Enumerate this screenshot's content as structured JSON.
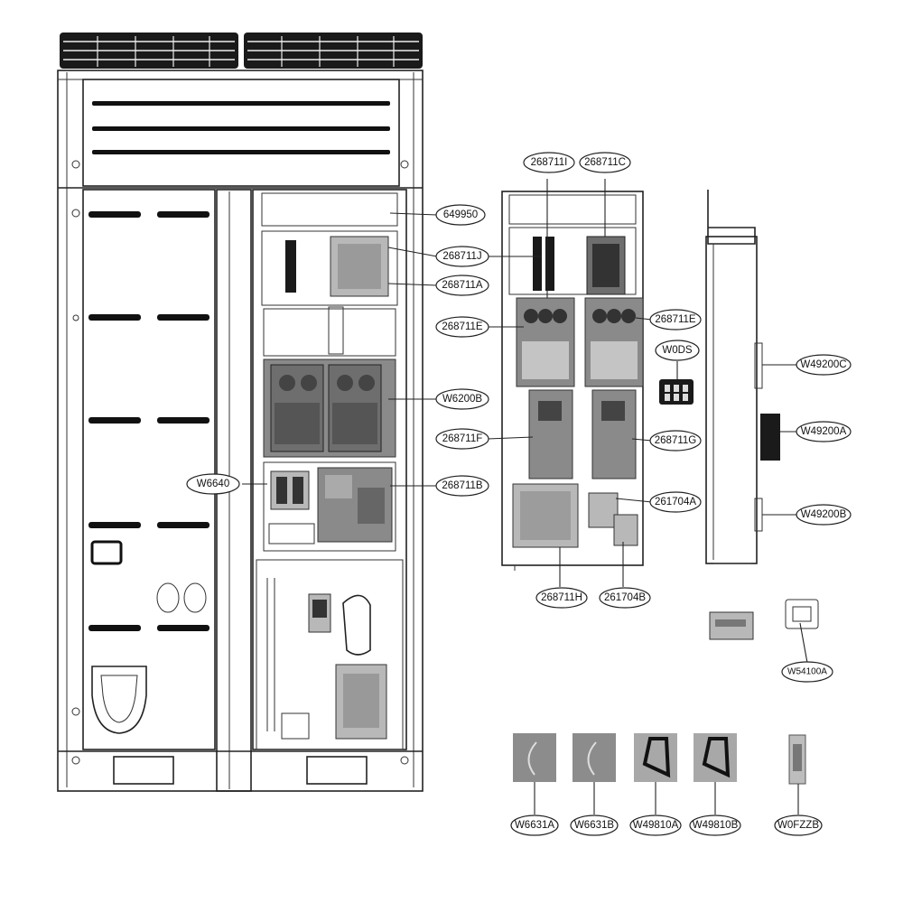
{
  "diagram": {
    "callouts": {
      "c649950": "649950",
      "c268711J": "268711J",
      "c268711A": "268711A",
      "c268711E_l": "268711E",
      "c268711E_r": "268711E",
      "c268711I": "268711I",
      "c268711C": "268711C",
      "cW0DS": "W0DS",
      "cW6200B": "W6200B",
      "c268711F": "268711F",
      "c268711G": "268711G",
      "cW6640": "W6640",
      "c268711B": "268711B",
      "c261704A": "261704A",
      "c261704B": "261704B",
      "c268711H": "268711H",
      "cW49200C": "W49200C",
      "cW49200A": "W49200A",
      "cW49200B": "W49200B",
      "cW54100A": "W54100A",
      "cW6631A": "W6631A",
      "cW6631B": "W6631B",
      "cW49810A": "W49810A",
      "cW49810B": "W49810B",
      "cW0FZZB": "W0FZZB"
    }
  }
}
